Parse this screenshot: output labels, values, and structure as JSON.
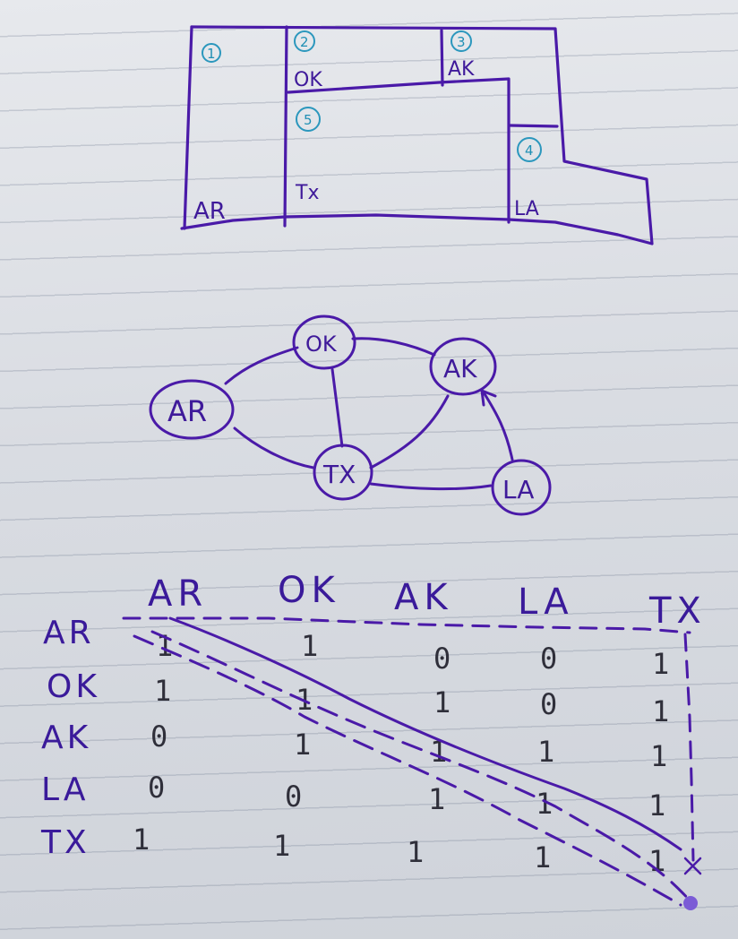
{
  "map": {
    "regions": [
      {
        "number": "1",
        "label": "AR"
      },
      {
        "number": "2",
        "label": "OK"
      },
      {
        "number": "3",
        "label": "AK"
      },
      {
        "number": "4",
        "label": "LA"
      },
      {
        "number": "5",
        "label": "Tx"
      }
    ]
  },
  "graph": {
    "nodes": [
      "AR",
      "OK",
      "AK",
      "TX",
      "LA"
    ],
    "edges": [
      [
        "AR",
        "OK"
      ],
      [
        "AR",
        "TX"
      ],
      [
        "OK",
        "TX"
      ],
      [
        "OK",
        "AK"
      ],
      [
        "AK",
        "TX"
      ],
      [
        "TX",
        "LA"
      ],
      [
        "LA",
        "AK"
      ]
    ]
  },
  "matrix": {
    "columns": [
      "AR",
      "OK",
      "AK",
      "LA",
      "TX"
    ],
    "rows": [
      {
        "label": "AR",
        "values": [
          "1",
          "1",
          "0",
          "0",
          "1"
        ]
      },
      {
        "label": "OK",
        "values": [
          "1",
          "1",
          "1",
          "0",
          "1"
        ]
      },
      {
        "label": "AK",
        "values": [
          "0",
          "1",
          "1",
          "1",
          "1"
        ]
      },
      {
        "label": "LA",
        "values": [
          "0",
          "0",
          "1",
          "1",
          "1"
        ]
      },
      {
        "label": "TX",
        "values": [
          "1",
          "1",
          "1",
          "1",
          "1"
        ]
      }
    ]
  },
  "colors": {
    "ink": "#4a1aa8",
    "number_ink": "#2b97bd",
    "paper": "#dcdfe4",
    "dot": "#7b5bd6"
  }
}
